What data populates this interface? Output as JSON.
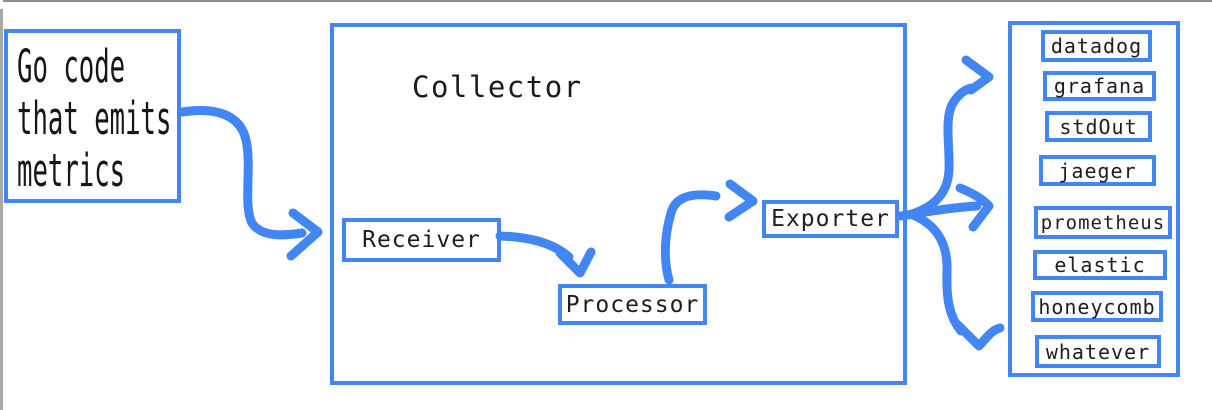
{
  "colors": {
    "accent_blue": "#4285f4",
    "text_ink": "#1e1e1e",
    "canvas_edge_gray": "#9a9a9a",
    "background": "#ffffff"
  },
  "source": {
    "lines": [
      "Go code",
      "that emits",
      "metrics"
    ]
  },
  "collector": {
    "title": "Collector",
    "stages": {
      "receiver": "Receiver",
      "processor": "Processor",
      "exporter": "Exporter"
    }
  },
  "destinations": {
    "items": [
      "datadog",
      "grafana",
      "stdOut",
      "jaeger",
      "prometheus",
      "elastic",
      "honeycomb",
      "whatever"
    ]
  },
  "icons": {
    "flow_arrows": [
      "arrow-source-to-receiver",
      "arrow-receiver-to-processor",
      "arrow-processor-to-exporter",
      "arrow-exporter-fanout-top",
      "arrow-exporter-fanout-middle",
      "arrow-exporter-fanout-bottom"
    ]
  }
}
